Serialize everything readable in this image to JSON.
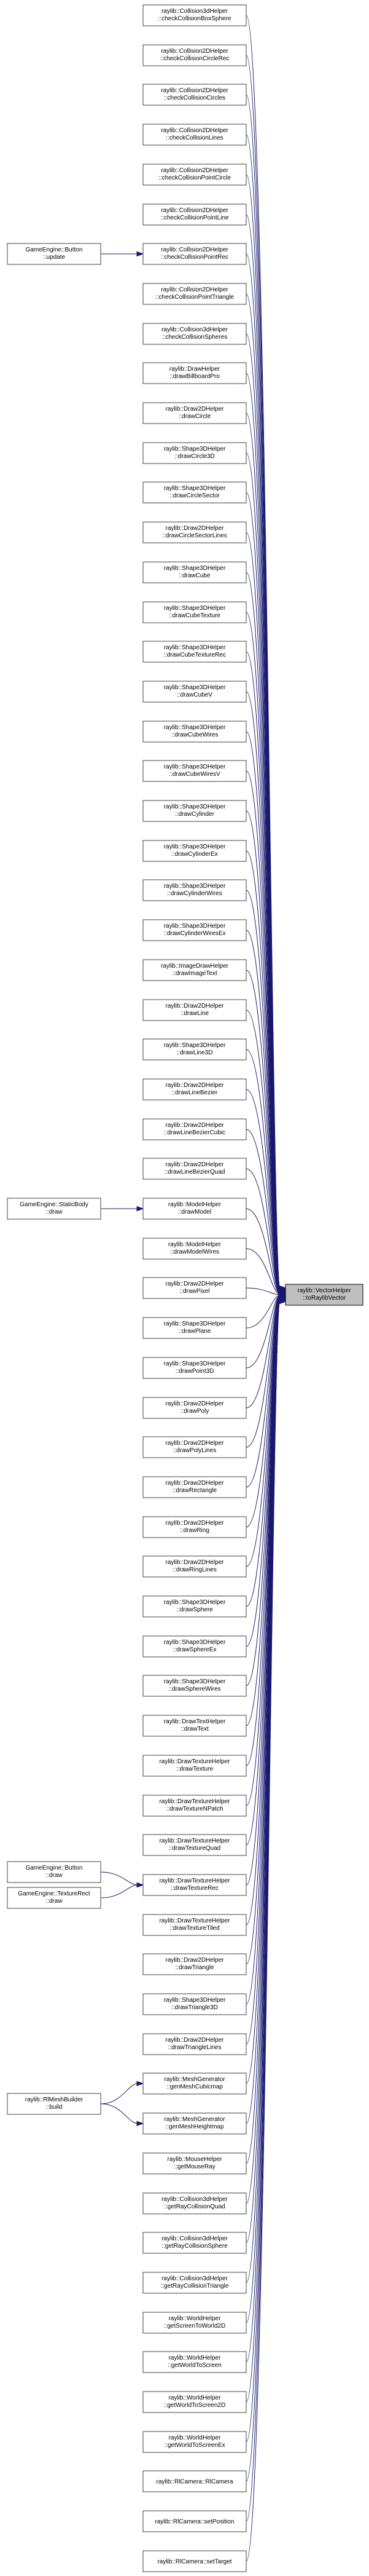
{
  "target": {
    "name": "target-node",
    "lines": [
      "raylib::VectorHelper",
      "::toRaylibVector"
    ]
  },
  "callers": [
    {
      "lines": [
        "raylib::Collision3dHelper",
        "::checkCollisionBoxSphere"
      ]
    },
    {
      "lines": [
        "raylib::Collision2DHelper",
        "::checkCollisionCircleRec"
      ]
    },
    {
      "lines": [
        "raylib::Collision2DHelper",
        "::checkCollisionCircles"
      ]
    },
    {
      "lines": [
        "raylib::Collision2DHelper",
        "::checkCollisionLines"
      ]
    },
    {
      "lines": [
        "raylib::Collision2DHelper",
        "::checkCollisionPointCircle"
      ]
    },
    {
      "lines": [
        "raylib::Collision2DHelper",
        "::checkCollisionPointLine"
      ]
    },
    {
      "lines": [
        "raylib::Collision2DHelper",
        "::checkCollisionPointRec"
      ]
    },
    {
      "lines": [
        "raylib::Collision2DHelper",
        "::checkCollisionPointTriangle"
      ]
    },
    {
      "lines": [
        "raylib::Collision3dHelper",
        "::checkCollisionSpheres"
      ]
    },
    {
      "lines": [
        "raylib::DrawHelper",
        "::drawBillboardPro"
      ]
    },
    {
      "lines": [
        "raylib::Draw2DHelper",
        "::drawCircle"
      ]
    },
    {
      "lines": [
        "raylib::Shape3DHelper",
        "::drawCircle3D"
      ]
    },
    {
      "lines": [
        "raylib::Shape3DHelper",
        "::drawCircleSector"
      ]
    },
    {
      "lines": [
        "raylib::Draw2DHelper",
        "::drawCircleSectorLines"
      ]
    },
    {
      "lines": [
        "raylib::Shape3DHelper",
        "::drawCube"
      ]
    },
    {
      "lines": [
        "raylib::Shape3DHelper",
        "::drawCubeTexture"
      ]
    },
    {
      "lines": [
        "raylib::Shape3DHelper",
        "::drawCubeTextureRec"
      ]
    },
    {
      "lines": [
        "raylib::Shape3DHelper",
        "::drawCubeV"
      ]
    },
    {
      "lines": [
        "raylib::Shape3DHelper",
        "::drawCubeWires"
      ]
    },
    {
      "lines": [
        "raylib::Shape3DHelper",
        "::drawCubeWiresV"
      ]
    },
    {
      "lines": [
        "raylib::Shape3DHelper",
        "::drawCylinder"
      ]
    },
    {
      "lines": [
        "raylib::Shape3DHelper",
        "::drawCylinderEx"
      ]
    },
    {
      "lines": [
        "raylib::Shape3DHelper",
        "::drawCylinderWires"
      ]
    },
    {
      "lines": [
        "raylib::Shape3DHelper",
        "::drawCylinderWiresEx"
      ]
    },
    {
      "lines": [
        "raylib::ImageDrawHelper",
        "::drawImageText"
      ]
    },
    {
      "lines": [
        "raylib::Draw2DHelper",
        "::drawLine"
      ]
    },
    {
      "lines": [
        "raylib::Shape3DHelper",
        "::drawLine3D"
      ]
    },
    {
      "lines": [
        "raylib::Draw2DHelper",
        "::drawLineBezier"
      ]
    },
    {
      "lines": [
        "raylib::Draw2DHelper",
        "::drawLineBezierCubic"
      ]
    },
    {
      "lines": [
        "raylib::Draw2DHelper",
        "::drawLineBezierQuad"
      ]
    },
    {
      "lines": [
        "raylib::ModelHelper",
        "::drawModel"
      ]
    },
    {
      "lines": [
        "raylib::ModelHelper",
        "::drawModelWires"
      ]
    },
    {
      "lines": [
        "raylib::Draw2DHelper",
        "::drawPixel"
      ]
    },
    {
      "lines": [
        "raylib::Shape3DHelper",
        "::drawPlane"
      ]
    },
    {
      "lines": [
        "raylib::Shape3DHelper",
        "::drawPoint3D"
      ]
    },
    {
      "lines": [
        "raylib::Draw2DHelper",
        "::drawPoly"
      ]
    },
    {
      "lines": [
        "raylib::Draw2DHelper",
        "::drawPolyLines"
      ]
    },
    {
      "lines": [
        "raylib::Draw2DHelper",
        "::drawRectangle"
      ]
    },
    {
      "lines": [
        "raylib::Draw2DHelper",
        "::drawRing"
      ]
    },
    {
      "lines": [
        "raylib::Draw2DHelper",
        "::drawRingLines"
      ]
    },
    {
      "lines": [
        "raylib::Shape3DHelper",
        "::drawSphere"
      ]
    },
    {
      "lines": [
        "raylib::Shape3DHelper",
        "::drawSphereEx"
      ]
    },
    {
      "lines": [
        "raylib::Shape3DHelper",
        "::drawSphereWires"
      ]
    },
    {
      "lines": [
        "raylib::DrawTextHelper",
        "::drawText"
      ]
    },
    {
      "lines": [
        "raylib::DrawTextureHelper",
        "::drawTexture"
      ]
    },
    {
      "lines": [
        "raylib::DrawTextureHelper",
        "::drawTextureNPatch"
      ]
    },
    {
      "lines": [
        "raylib::DrawTextureHelper",
        "::drawTextureQuad"
      ]
    },
    {
      "lines": [
        "raylib::DrawTextureHelper",
        "::drawTextureRec"
      ]
    },
    {
      "lines": [
        "raylib::DrawTextureHelper",
        "::drawTextureTiled"
      ]
    },
    {
      "lines": [
        "raylib::Draw2DHelper",
        "::drawTriangle"
      ]
    },
    {
      "lines": [
        "raylib::Shape3DHelper",
        "::drawTriangle3D"
      ]
    },
    {
      "lines": [
        "raylib::Draw2DHelper",
        "::drawTriangleLines"
      ]
    },
    {
      "lines": [
        "raylib::MeshGenerator",
        "::genMeshCubicmap"
      ]
    },
    {
      "lines": [
        "raylib::MeshGenerator",
        "::genMeshHeightmap"
      ]
    },
    {
      "lines": [
        "raylib::MouseHelper",
        "::getMouseRay"
      ]
    },
    {
      "lines": [
        "raylib::Collision3dHelper",
        "::getRayCollisionQuad"
      ]
    },
    {
      "lines": [
        "raylib::Collision3dHelper",
        "::getRayCollisionSphere"
      ]
    },
    {
      "lines": [
        "raylib::Collision3dHelper",
        "::getRayCollisionTriangle"
      ]
    },
    {
      "lines": [
        "raylib::WorldHelper",
        "::getScreenToWorld2D"
      ]
    },
    {
      "lines": [
        "raylib::WorldHelper",
        "::getWorldToScreen"
      ]
    },
    {
      "lines": [
        "raylib::WorldHelper",
        "::getWorldToScreen2D"
      ]
    },
    {
      "lines": [
        "raylib::WorldHelper",
        "::getWorldToScreenEx"
      ]
    },
    {
      "lines": [
        "raylib::RlCamera::RlCamera"
      ]
    },
    {
      "lines": [
        "raylib::RlCamera::setPosition"
      ]
    },
    {
      "lines": [
        "raylib::RlCamera::setTarget"
      ]
    }
  ],
  "outer": [
    {
      "lines": [
        "GameEngine::Button",
        "::update"
      ],
      "calls": [
        6
      ]
    },
    {
      "lines": [
        "GameEngine::StaticBody",
        "::draw"
      ],
      "calls": [
        30
      ]
    },
    {
      "lines": [
        "GameEngine::Button",
        "::draw"
      ],
      "calls": [
        47
      ]
    },
    {
      "lines": [
        "GameEngine::TextureRect",
        "::draw"
      ],
      "calls": [
        47
      ]
    },
    {
      "lines": [
        "raylib::RlMeshBuilder",
        "::build"
      ],
      "calls": [
        52,
        53
      ]
    }
  ],
  "colors": {
    "edge": "#191970",
    "target_fill": "#bfbfbf",
    "node_border": "#404040"
  }
}
